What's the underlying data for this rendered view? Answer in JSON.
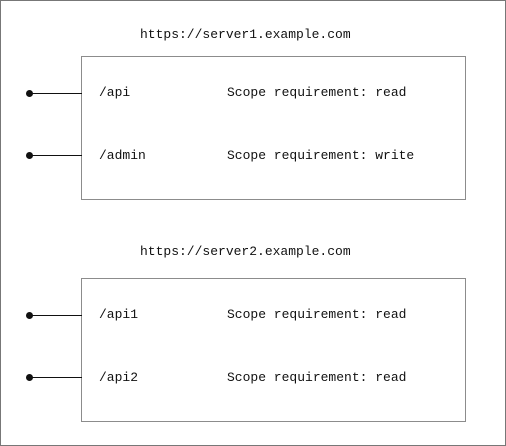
{
  "servers": [
    {
      "url": "https://server1.example.com",
      "routes": [
        {
          "path": "/api",
          "scope": "Scope requirement: read"
        },
        {
          "path": "/admin",
          "scope": "Scope requirement: write"
        }
      ]
    },
    {
      "url": "https://server2.example.com",
      "routes": [
        {
          "path": "/api1",
          "scope": "Scope requirement: read"
        },
        {
          "path": "/api2",
          "scope": "Scope requirement: read"
        }
      ]
    }
  ]
}
